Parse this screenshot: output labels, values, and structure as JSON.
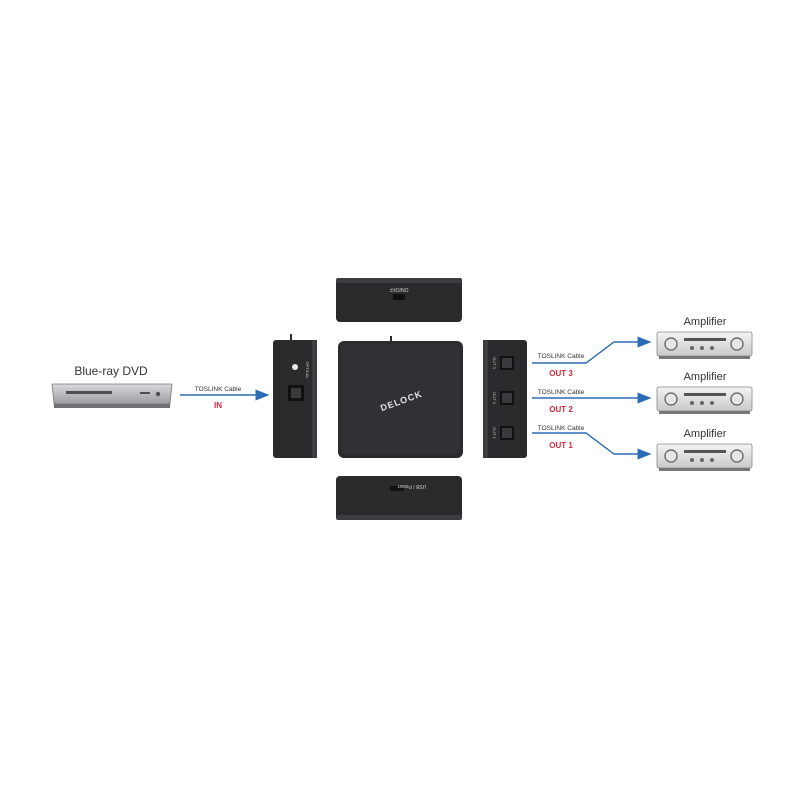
{
  "source": {
    "label": "Blue-ray DVD"
  },
  "input": {
    "cable_label": "TOSLINK Cable",
    "port_label": "IN"
  },
  "device": {
    "brand": "DELOCK",
    "top_panel_label": "ON/OFF",
    "bottom_panel_label": "USB / Power",
    "input_panel_label": "OPTICAL",
    "output_port_labels": [
      "OUT 3",
      "OUT 2",
      "OUT 1"
    ]
  },
  "outputs": [
    {
      "cable_label": "TOSLINK Cable",
      "port_label": "OUT 3",
      "target_label": "Amplifier"
    },
    {
      "cable_label": "TOSLINK Cable",
      "port_label": "OUT 2",
      "target_label": "Amplifier"
    },
    {
      "cable_label": "TOSLINK Cable",
      "port_label": "OUT 1",
      "target_label": "Amplifier"
    }
  ],
  "colors": {
    "arrow": "#2a6db5",
    "port_text": "#d8263a",
    "device_body": "#2b2b2e"
  }
}
